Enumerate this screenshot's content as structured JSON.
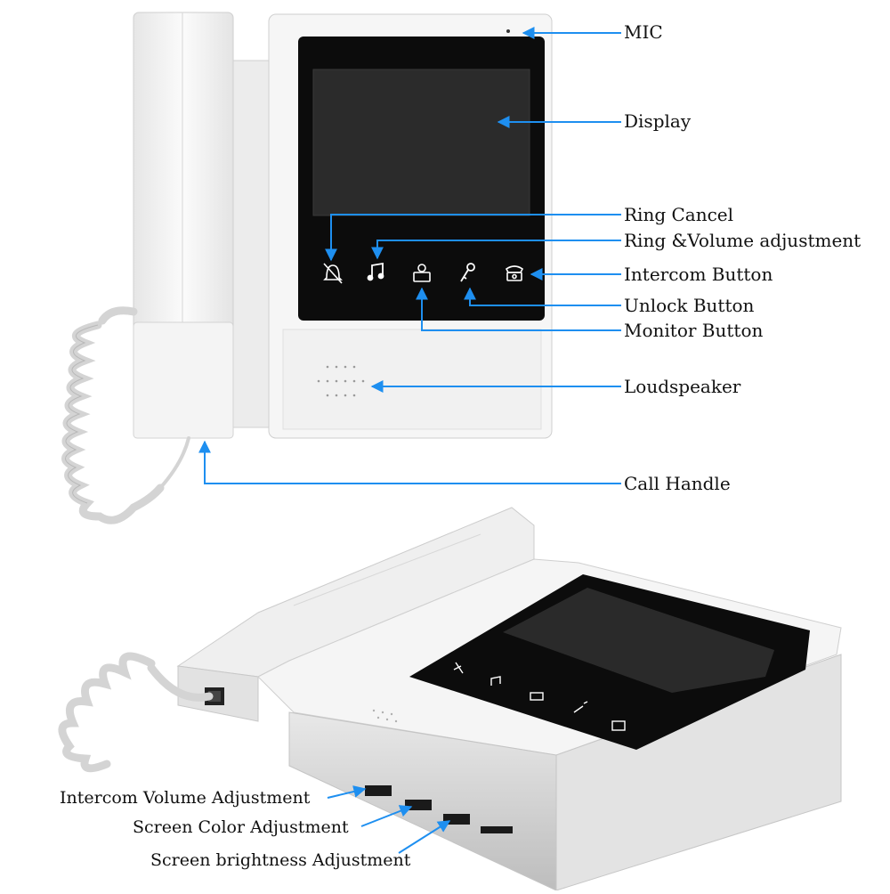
{
  "colors": {
    "arrow": "#1e8ff0",
    "panel": "#0d0d0d",
    "screen": "#2a2a2a",
    "body": "#f2f2f2",
    "body_shade": "#d9d9d9",
    "icon": "#ffffff"
  },
  "callouts": {
    "mic": "MIC",
    "display": "Display",
    "ring_cancel": "Ring Cancel",
    "ring_volume": "Ring &Volume adjustment",
    "intercom_button": "Intercom Button",
    "unlock_button": "Unlock Button",
    "monitor_button": "Monitor Button",
    "loudspeaker": "Loudspeaker",
    "call_handle": "Call Handle",
    "intercom_volume": "Intercom Volume Adjustment",
    "screen_color": "Screen Color Adjustment",
    "screen_brightness": "Screen brightness Adjustment"
  },
  "icons": [
    "bell-muted-icon",
    "music-note-icon",
    "monitor-person-icon",
    "key-icon",
    "phone-icon"
  ]
}
